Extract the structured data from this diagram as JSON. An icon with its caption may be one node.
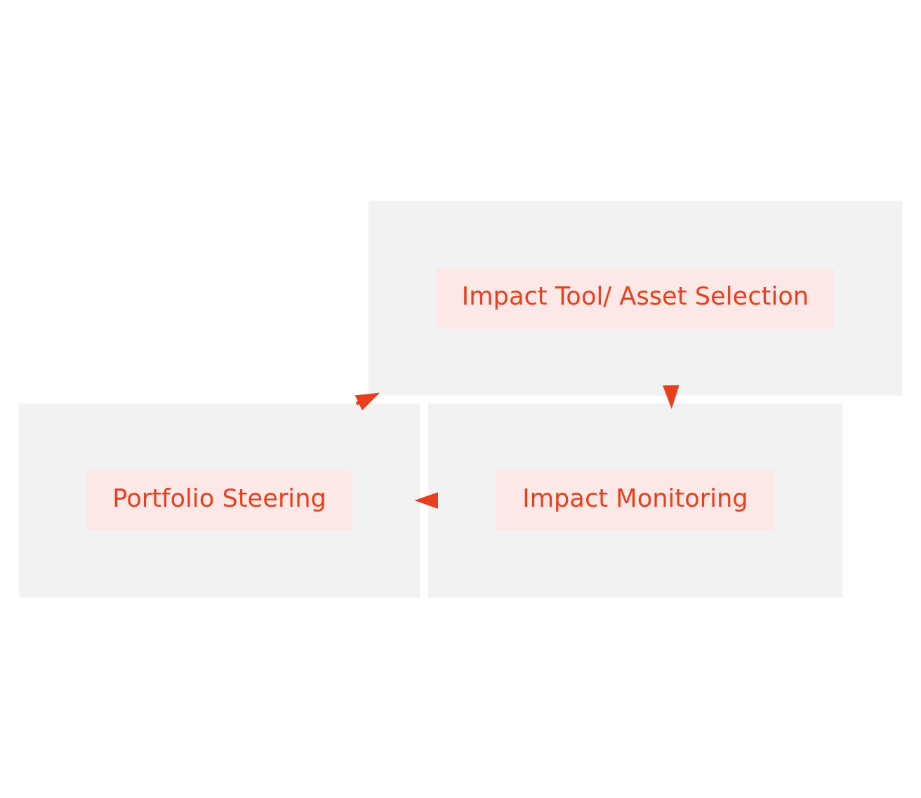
{
  "diagram": {
    "nodes": [
      {
        "text": [],
        "shape": "box"
      },
      {
        "text": [
          "Impact Tool/ Asset Selection"
        ],
        "in": 0
      },
      {
        "text": [],
        "shape": "box"
      },
      {
        "text": [
          "Portfolio Steering"
        ],
        "in": 2
      },
      {
        "text": [],
        "shape": "box"
      },
      {
        "text": [
          "Impact Monitoring"
        ],
        "in": 4
      }
    ],
    "edges": [
      {
        "from": 2,
        "to": 0,
        "arrow": "to"
      },
      {
        "from": 0,
        "to": 4,
        "arrow": "to"
      },
      {
        "from": 4,
        "to": 2,
        "arrow": "to"
      }
    ]
  }
}
